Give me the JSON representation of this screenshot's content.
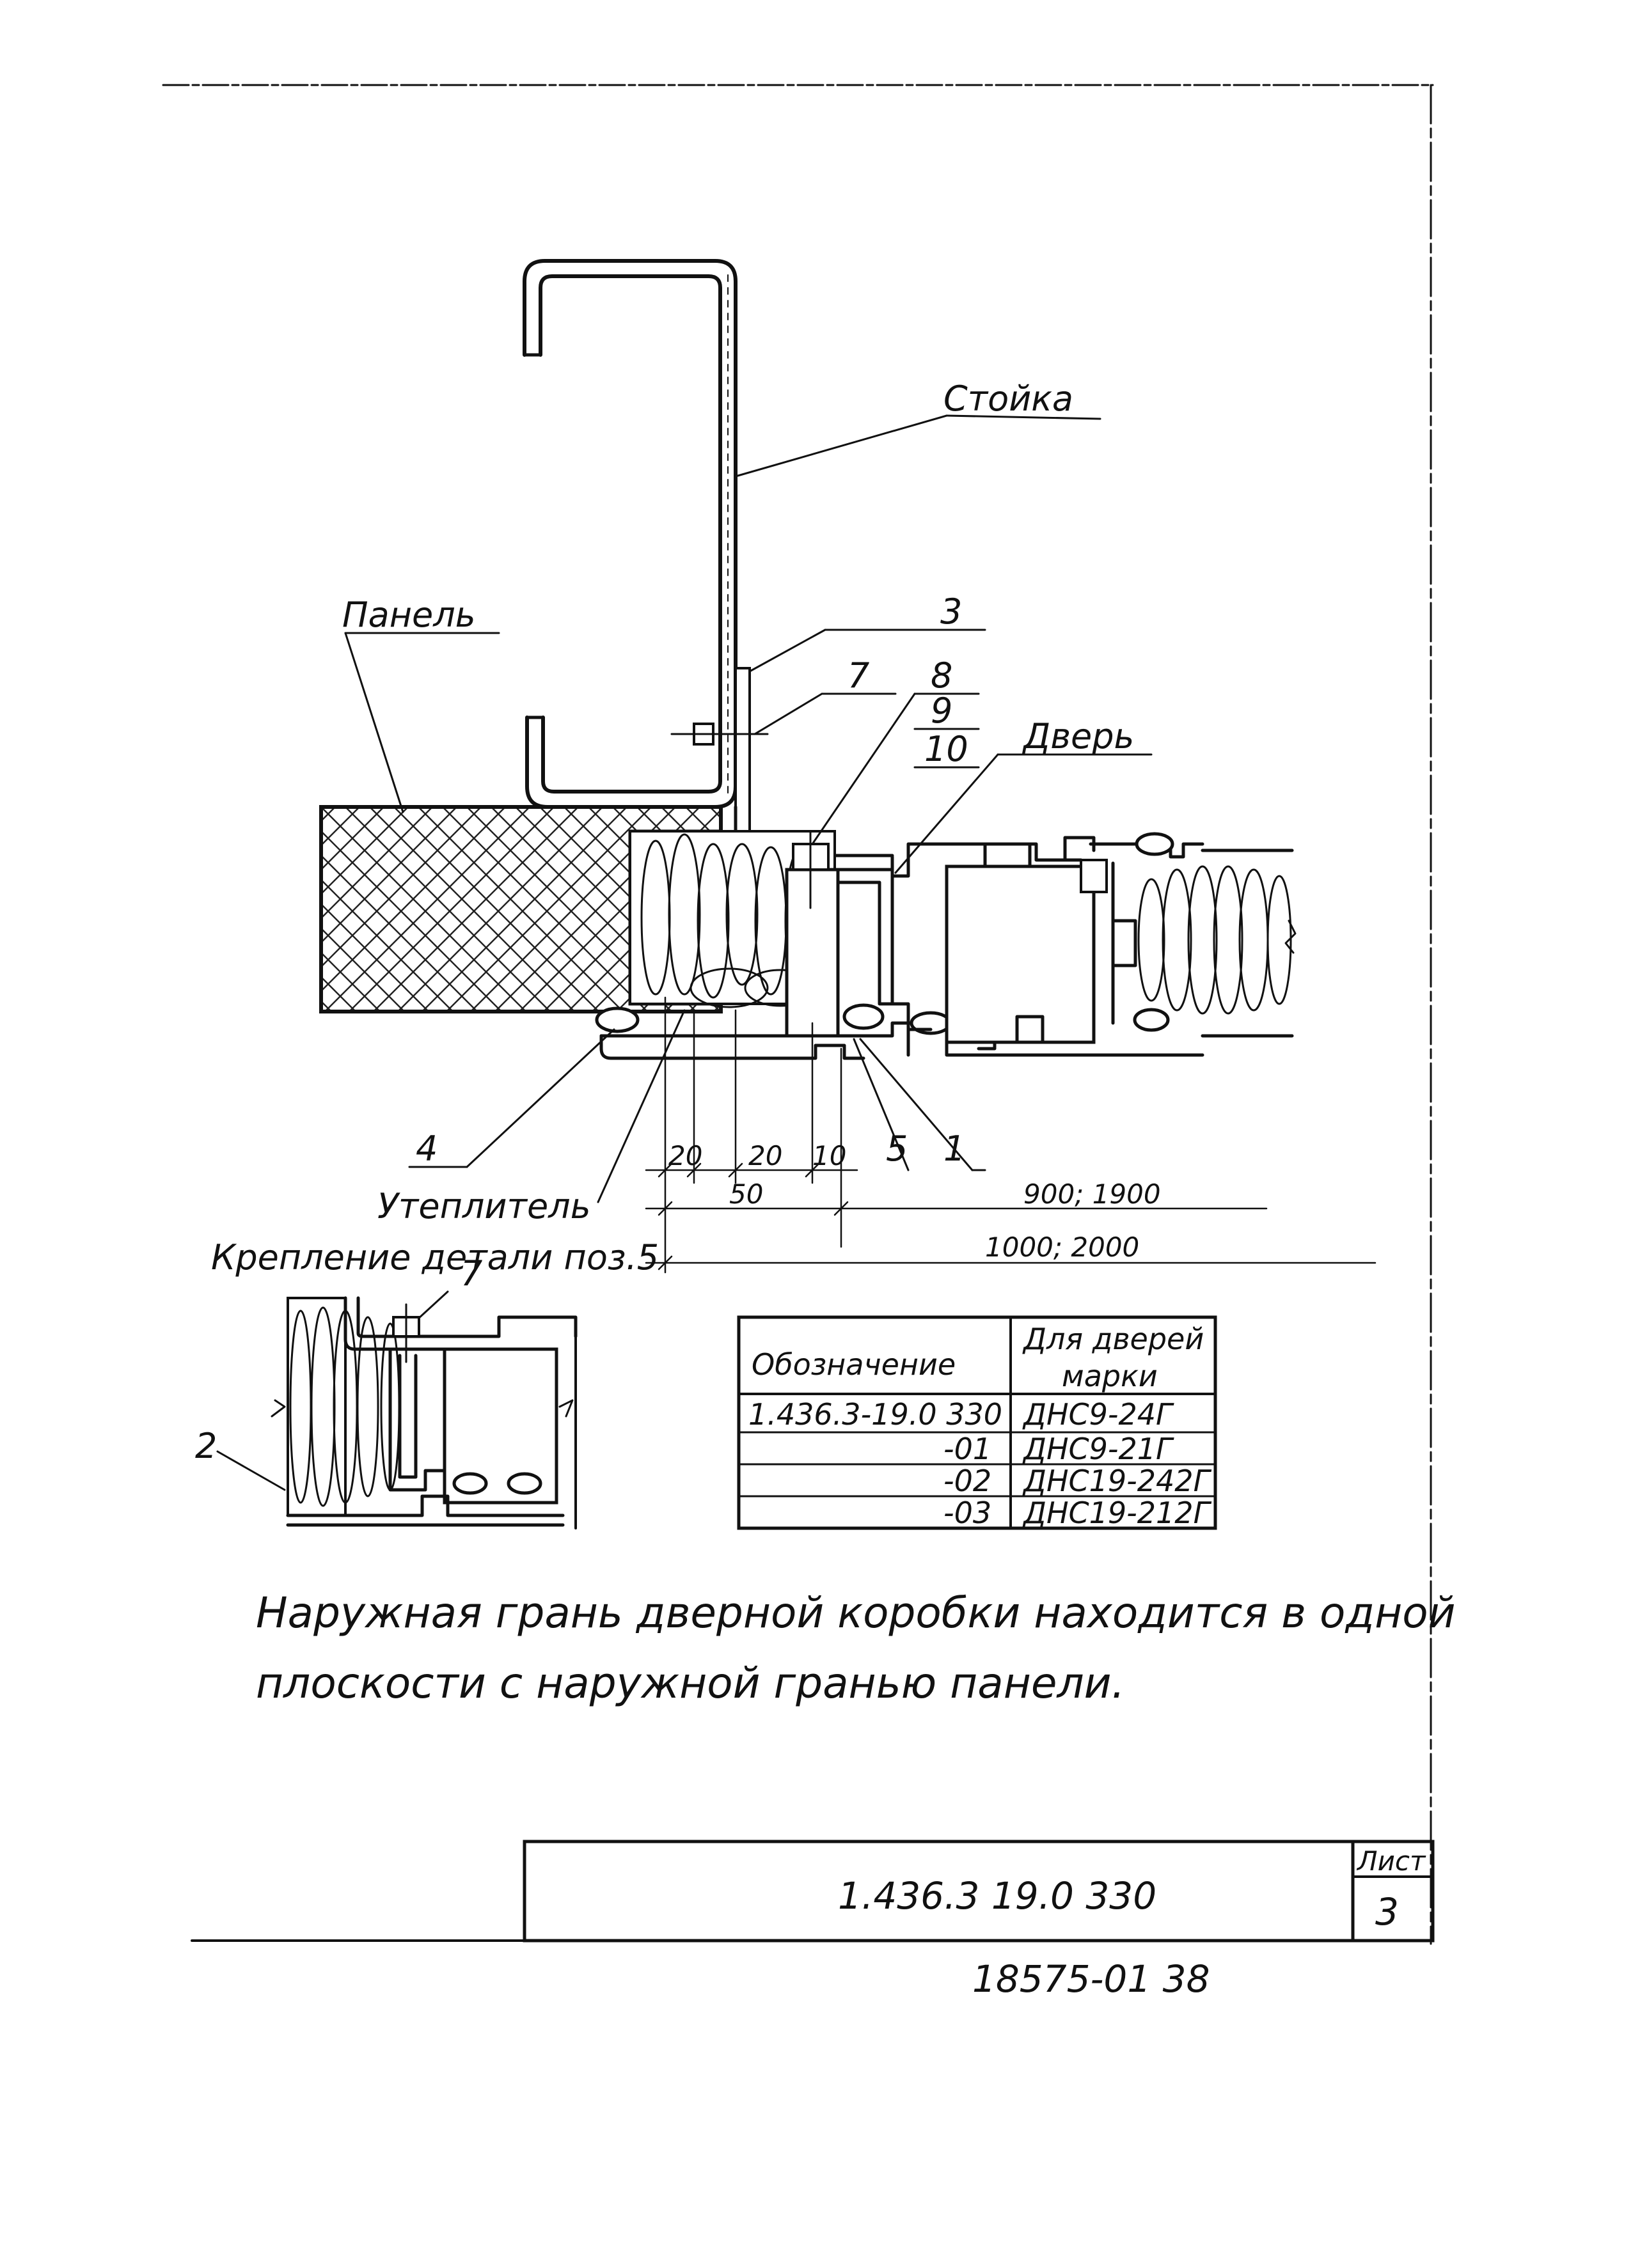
{
  "labels": {
    "stoika": "Стойка",
    "panel": "Панель",
    "door": "Дверь",
    "insulation": "Утеплитель",
    "pos3": "3",
    "pos7": "7",
    "pos8": "8",
    "pos9": "9",
    "pos10": "10",
    "pos4": "4",
    "pos5": "5",
    "pos1": "1",
    "detail_caption": "Крепление детали поз.5",
    "detail_pos7": "7",
    "detail_pos2": "2"
  },
  "dimensions": {
    "d20a": "20",
    "d20b": "20",
    "d10": "10",
    "d50": "50",
    "d900": "900; 1900",
    "d1000": "1000; 2000"
  },
  "table": {
    "header_designation": "Обозначение",
    "header_doors_line1": "Для дверей",
    "header_doors_line2": "марки",
    "rows": [
      {
        "designation": "1.436.3-19.0 330",
        "door": "ДНС9-24Г"
      },
      {
        "designation": "-01",
        "door": "ДНС9-21Г"
      },
      {
        "designation": "-02",
        "door": "ДНС19-242Г"
      },
      {
        "designation": "-03",
        "door": "ДНС19-212Г"
      }
    ]
  },
  "note": {
    "line1": "Наружная грань дверной коробки находится в одной",
    "line2": "плоскости с наружной гранью панели."
  },
  "title_block": {
    "code": "1.436.3 19.0 330",
    "sheet_label": "Лист",
    "sheet_number": "3"
  },
  "footer_number": "18575-01 38"
}
